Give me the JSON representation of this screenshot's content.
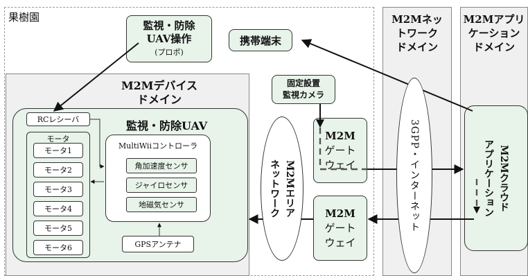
{
  "orchard": {
    "label": "果樹園"
  },
  "uav_operation": {
    "line1": "監視・防除",
    "line2": "UAV操作",
    "line3": "(プロポ)"
  },
  "mobile_terminal": {
    "label": "携帯端末"
  },
  "fixed_camera": {
    "line1": "固定設置",
    "line2": "監視カメラ"
  },
  "network_domain": {
    "line1": "M2Mネッ",
    "line2": "トワーク",
    "line3": "ドメイン"
  },
  "application_domain": {
    "line1": "M2Mアプリ",
    "line2": "ケーション",
    "line3": "ドメイン"
  },
  "device_domain": {
    "line1": "M2Mデバイス",
    "line2": "ドメイン"
  },
  "uav": {
    "label": "監視・防除UAV"
  },
  "rc_receiver": {
    "label": "RCレシーバ"
  },
  "motors": {
    "title": "モータ",
    "items": [
      "モータ1",
      "モータ2",
      "モータ3",
      "モータ4",
      "モータ5",
      "モータ6"
    ]
  },
  "controller": {
    "title": "MultiWiiコントローラ",
    "sensors": [
      "角加速度センサ",
      "ジャイロセンサ",
      "地磁気センサ"
    ]
  },
  "gps": {
    "label": "GPSアンテナ"
  },
  "area_network": {
    "label": "M2Mエリア\nネットワーク"
  },
  "gateway_top": {
    "line1": "M2M",
    "line2": "ゲート",
    "line3": "ウェイ"
  },
  "gateway_bottom": {
    "line1": "M2M",
    "line2": "ゲート",
    "line3": "ウェイ"
  },
  "internet": {
    "label": "3GPP・インターネット"
  },
  "cloud_app": {
    "label": "M2Mクラウド\nアプリケーション"
  },
  "colors": {
    "component_fill": "#e8f3ea",
    "domain_fill": "#f0f0f0"
  }
}
